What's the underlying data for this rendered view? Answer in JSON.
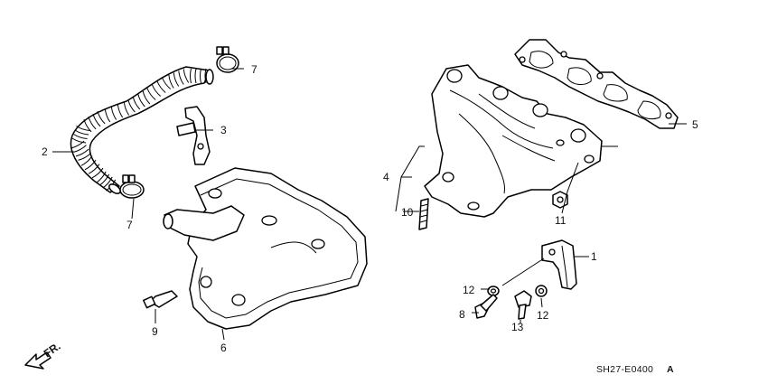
{
  "diagram": {
    "callouts": {
      "c1": "1",
      "c2": "2",
      "c3": "3",
      "c4": "4",
      "c5": "5",
      "c6": "6",
      "c7a": "7",
      "c7b": "7",
      "c8": "8",
      "c9": "9",
      "c10": "10",
      "c11": "11",
      "c12a": "12",
      "c12b": "12",
      "c13": "13"
    },
    "orientation_label": "FR.",
    "drawing_code": "SH27-E0400",
    "drawing_suffix": "A"
  }
}
